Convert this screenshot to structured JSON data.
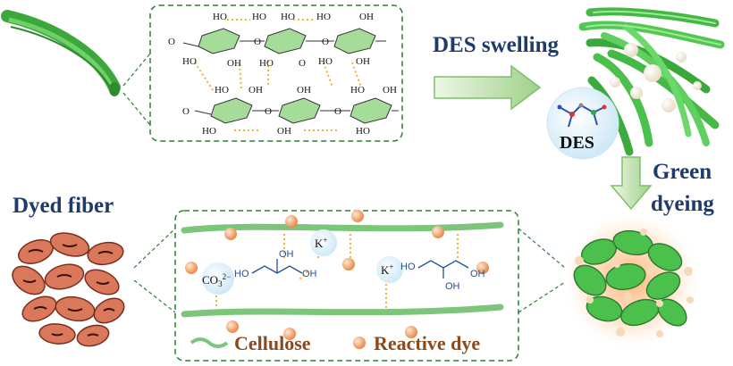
{
  "labels": {
    "des_swelling": "DES swelling",
    "des": "DES",
    "green": "Green",
    "dyeing": "dyeing",
    "dyed_fiber": "Dyed fiber",
    "cellulose": "Cellulose",
    "reactive_dye": "Reactive dye",
    "carbonate": "CO",
    "carbonate_sub": "3",
    "carbonate_sup": "2−",
    "potassium": "K",
    "potassium_sup": "+",
    "glycerol_oh": "OH",
    "glycerol_ho": "HO"
  },
  "chem": {
    "ho": "HO",
    "oh": "OH",
    "o": "O"
  },
  "colors": {
    "green_fiber": "#4cc04c",
    "dark_green": "#2e7d32",
    "hbond": "#f2b233",
    "dye": "#f0a36a",
    "dyed_fiber": "#d9785a",
    "title": "#1f3a6b",
    "legend": "#8a4a1c"
  }
}
